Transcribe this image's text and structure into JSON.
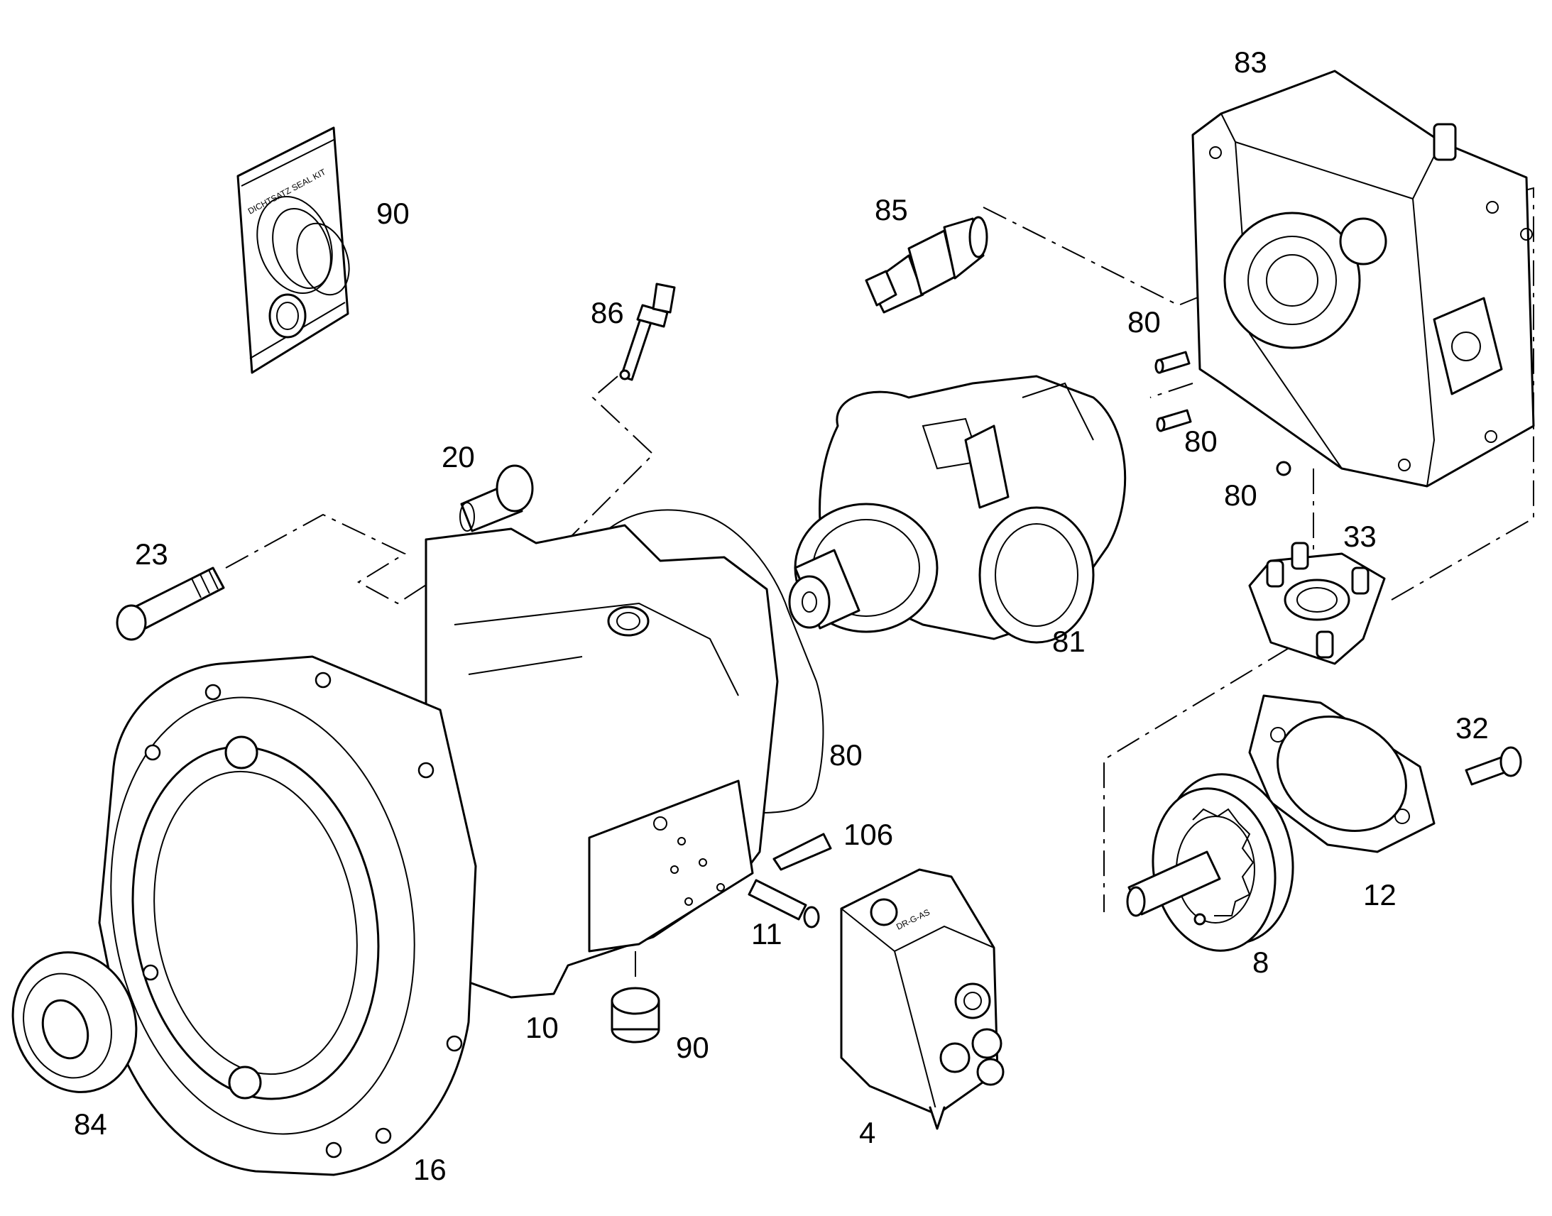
{
  "diagram": {
    "seal_kit_text": "DICHTSATZ SEAL KIT",
    "valve_marking": "DR-G-AS",
    "callouts": [
      {
        "id": "c83",
        "text": "83"
      },
      {
        "id": "c90a",
        "text": "90"
      },
      {
        "id": "c85",
        "text": "85"
      },
      {
        "id": "c86",
        "text": "86"
      },
      {
        "id": "c80a",
        "text": "80"
      },
      {
        "id": "c80b",
        "text": "80"
      },
      {
        "id": "c80c",
        "text": "80"
      },
      {
        "id": "c20",
        "text": "20"
      },
      {
        "id": "c33",
        "text": "33"
      },
      {
        "id": "c23",
        "text": "23"
      },
      {
        "id": "c81",
        "text": "81"
      },
      {
        "id": "c32",
        "text": "32"
      },
      {
        "id": "c80d",
        "text": "80"
      },
      {
        "id": "c106",
        "text": "106"
      },
      {
        "id": "c12",
        "text": "12"
      },
      {
        "id": "c11",
        "text": "11"
      },
      {
        "id": "c8",
        "text": "8"
      },
      {
        "id": "c10",
        "text": "10"
      },
      {
        "id": "c90b",
        "text": "90"
      },
      {
        "id": "c84",
        "text": "84"
      },
      {
        "id": "c4",
        "text": "4"
      },
      {
        "id": "c16",
        "text": "16"
      }
    ]
  }
}
